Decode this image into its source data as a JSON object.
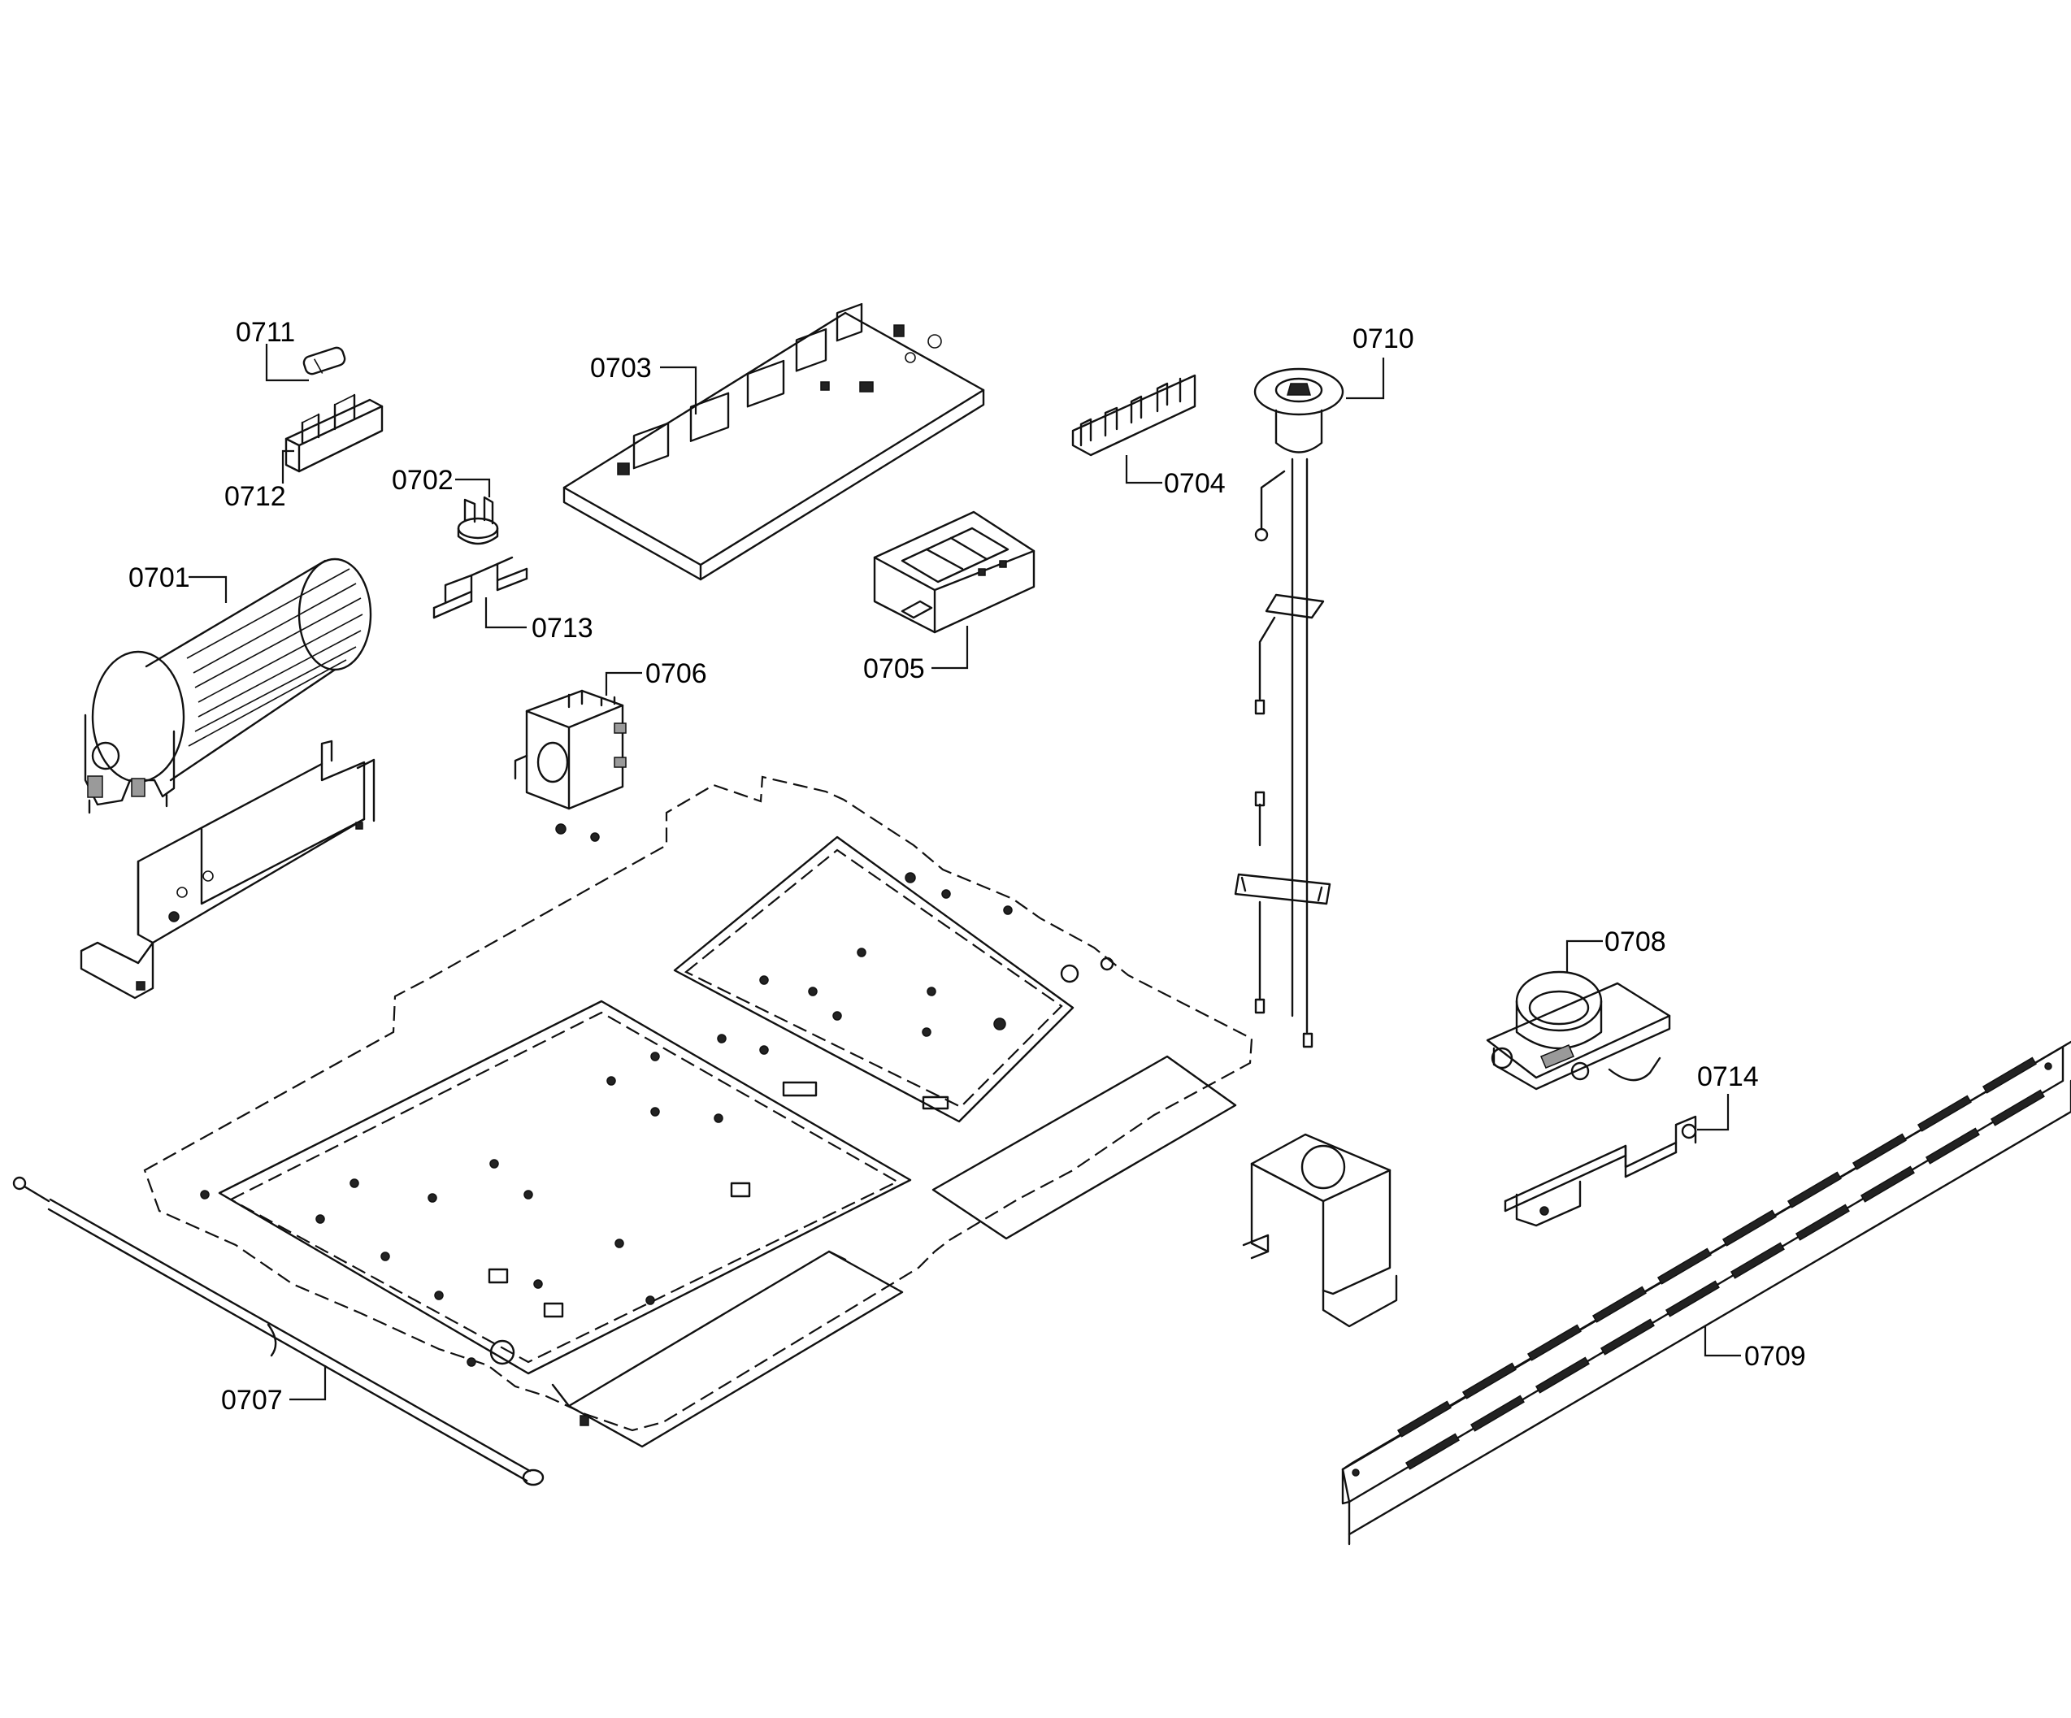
{
  "callouts": {
    "c0701": "0701",
    "c0702": "0702",
    "c0703": "0703",
    "c0704": "0704",
    "c0705": "0705",
    "c0706": "0706",
    "c0707": "0707",
    "c0708": "0708",
    "c0709": "0709",
    "c0710": "0710",
    "c0711": "0711",
    "c0712": "0712",
    "c0713": "0713",
    "c0714": "0714"
  }
}
